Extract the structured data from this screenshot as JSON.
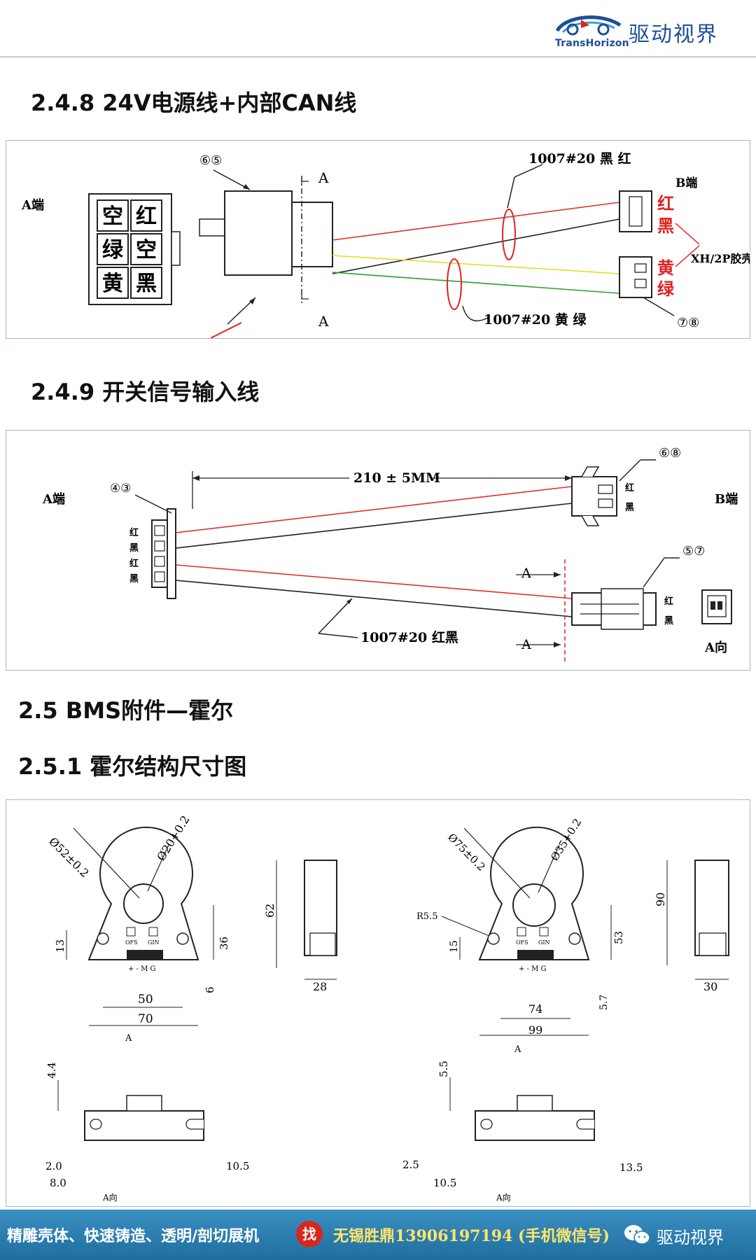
{
  "header": {
    "brand_en": "TransHorizon",
    "brand_cn": "驱动视界",
    "accent_color": "#1d4f97"
  },
  "sections": {
    "s248": "2.4.8  24V电源线+内部CAN线",
    "s249": "2.4.9  开关信号输入线",
    "s25": "2.5  BMS附件—霍尔",
    "s251": "2.5.1  霍尔结构尺寸图"
  },
  "diagram1": {
    "a_end": "A端",
    "b_end": "B端",
    "grid": [
      "空",
      "红",
      "绿",
      "空",
      "黄",
      "黑"
    ],
    "item_ref_top": "⑥⑤",
    "item_ref_bottom": "⑦⑧",
    "section_a": "A",
    "wire_top": "1007#20 黑 红",
    "wire_bottom": "1007#20 黄 绿",
    "conn_top_labels": [
      "红",
      "黑"
    ],
    "conn_bottom_labels": [
      "黄",
      "绿"
    ],
    "housing": "XH/2P胶壳"
  },
  "diagram2": {
    "a_end": "A端",
    "b_end": "B端",
    "item_ref_left": "④③",
    "item_ref_top": "⑥⑧",
    "item_ref_bottom": "⑤⑦",
    "length": "210 ± 5MM",
    "left_pins": [
      "红",
      "黑",
      "红",
      "黑"
    ],
    "conn_top_labels": [
      "红",
      "黑"
    ],
    "conn_bottom_labels": [
      "红",
      "黑"
    ],
    "section_a": "A",
    "wire": "1007#20 红黑",
    "view_a": "A向"
  },
  "diagram3": {
    "left": {
      "d_outer": "Ø52±0.2",
      "d_inner": "Ø20+0.2",
      "h_total": "62",
      "h_mount": "36",
      "h_left": "13",
      "gap": "6",
      "w_inner": "50",
      "w_outer": "70",
      "side_w": "28",
      "view_label": "A",
      "pcb_l": "OFS",
      "pcb_r": "GIN",
      "pins": "+ - M G",
      "t_top": "4.4",
      "t_a": "2.0",
      "t_b": "8.0",
      "t_slot": "10.5",
      "view_dir": "A向"
    },
    "right": {
      "d_outer": "Ø75±0.2",
      "d_inner": "Ø35+0.2",
      "hole": "R5.5",
      "h_total": "90",
      "h_mount": "53",
      "h_left": "15",
      "gap": "5.7",
      "w_inner": "74",
      "w_outer": "99",
      "side_w": "30",
      "view_label": "A",
      "pcb_l": "OFS",
      "pcb_r": "GIN",
      "pins": "+ - M G",
      "t_top": "5.5",
      "t_a": "2.5",
      "t_b": "10.5",
      "t_slot": "13.5",
      "view_dir": "A向"
    }
  },
  "footer": {
    "ad_text": "精雕壳体、快速铸造、透明/剖切展机",
    "badge": "找",
    "contact": "无锡胜鼎13906197194 (手机微信号)",
    "wechat_name": "驱动视界",
    "bg_color": "#2a7fb3"
  }
}
